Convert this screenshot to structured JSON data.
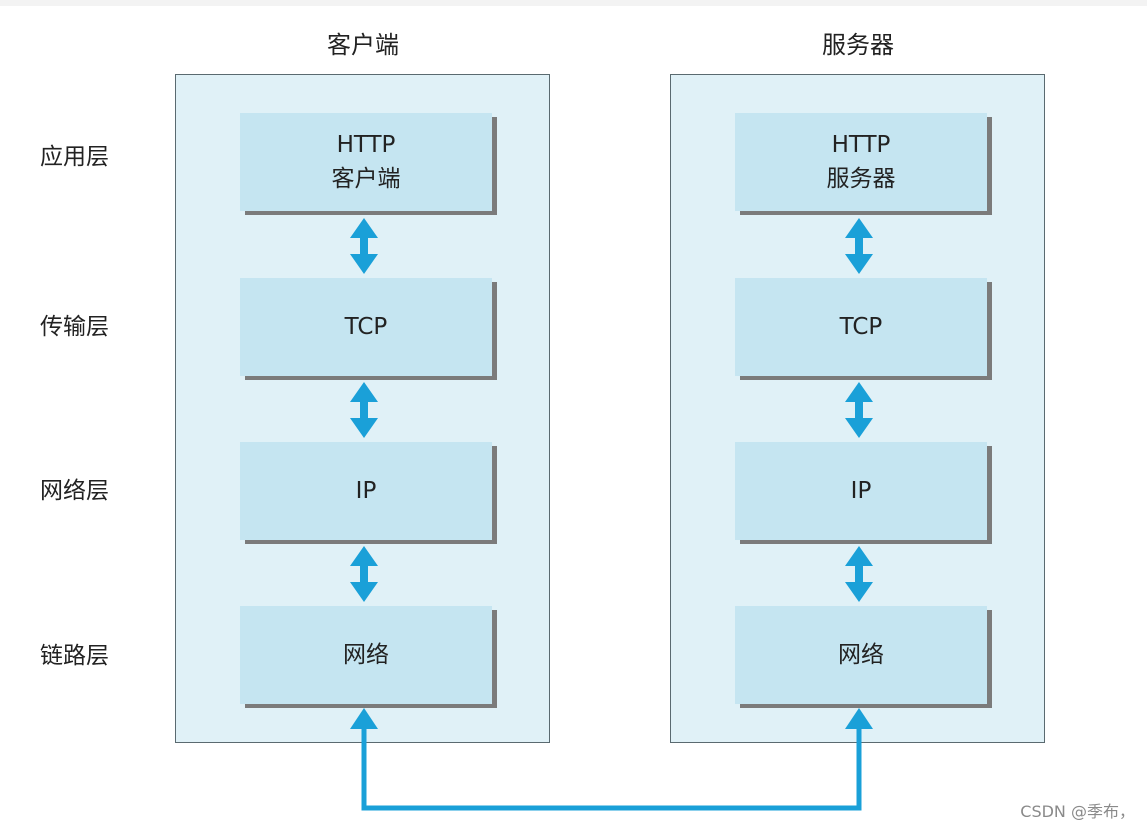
{
  "columns": {
    "client": {
      "title": "客户端",
      "boxes": [
        {
          "line1": "HTTP",
          "line2": "客户端"
        },
        {
          "line1": "TCP",
          "line2": ""
        },
        {
          "line1": "IP",
          "line2": ""
        },
        {
          "line1": "网络",
          "line2": ""
        }
      ]
    },
    "server": {
      "title": "服务器",
      "boxes": [
        {
          "line1": "HTTP",
          "line2": "服务器"
        },
        {
          "line1": "TCP",
          "line2": ""
        },
        {
          "line1": "IP",
          "line2": ""
        },
        {
          "line1": "网络",
          "line2": ""
        }
      ]
    }
  },
  "layers": [
    {
      "label": "应用层"
    },
    {
      "label": "传输层"
    },
    {
      "label": "网络层"
    },
    {
      "label": "链路层"
    }
  ],
  "watermark": "CSDN @季布，",
  "colors": {
    "panel_fill": "#e0f1f7",
    "box_fill": "#c5e5f1",
    "arrow": "#1aa0d8",
    "shadow": "#7b7b7b"
  }
}
